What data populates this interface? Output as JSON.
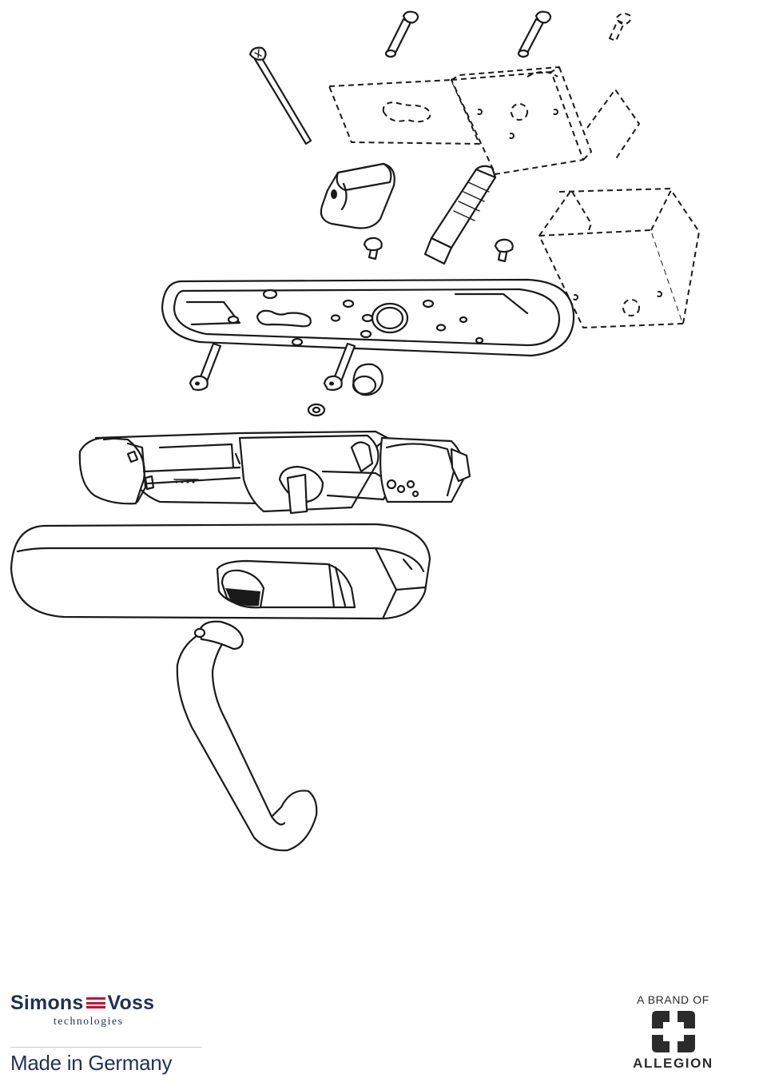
{
  "colors": {
    "line": "#1a1a1a",
    "simonsvoss_navy": "#1f3251",
    "simonsvoss_red": "#c8102e",
    "allegion_gray": "#2b2b2b"
  },
  "footer": {
    "simonsvoss_left": "Simons",
    "simonsvoss_right": "Voss",
    "simonsvoss_tagline": "technologies",
    "made_in": "Made in Germany",
    "brand_of": "A BRAND OF",
    "allegion": "ALLEGION"
  },
  "icons": [
    "simonsvoss-logo",
    "allegion-logo"
  ]
}
